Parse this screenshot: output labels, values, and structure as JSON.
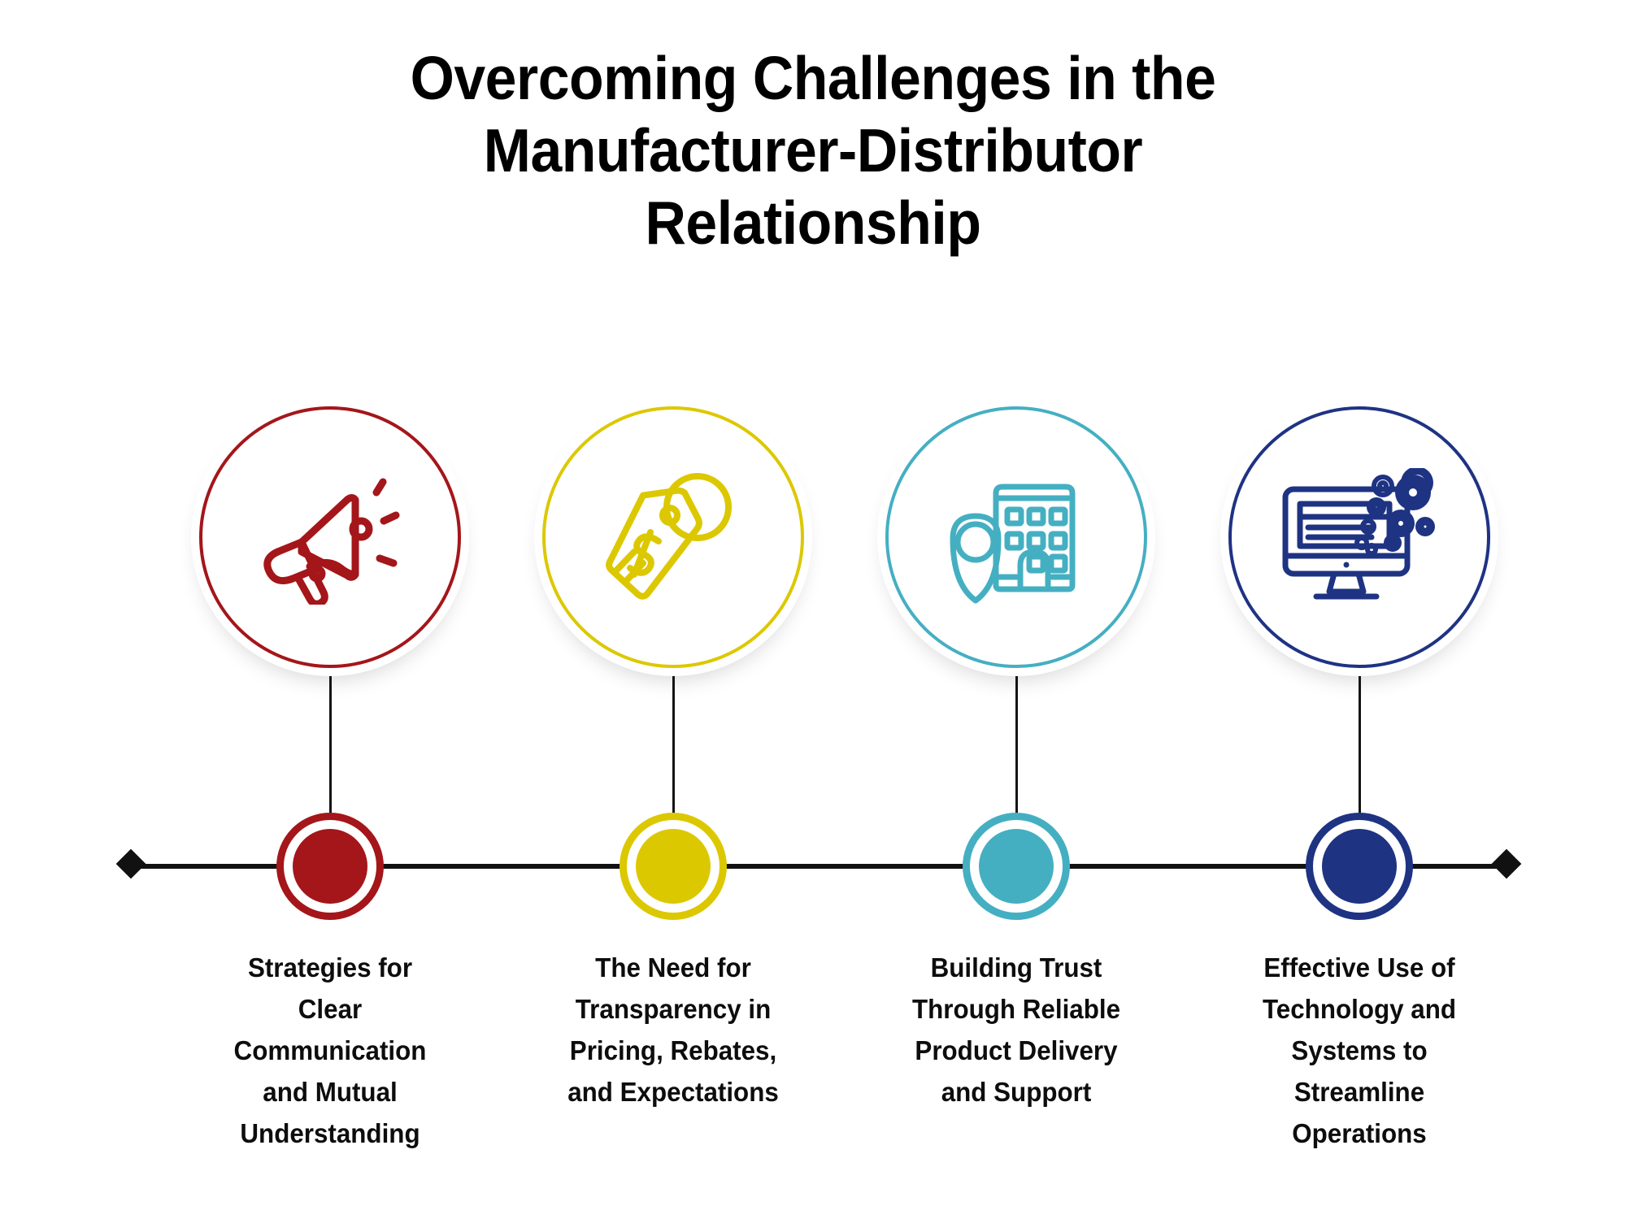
{
  "title": {
    "line1": "Overcoming Challenges in the",
    "line2": "Manufacturer-Distributor",
    "line3": "Relationship"
  },
  "colors": {
    "red": "#A4161A",
    "yellow": "#DCC800",
    "teal": "#45AFC2",
    "navy": "#1F3383",
    "axis": "#111111",
    "background": "#FFFFFF",
    "text": "#0D0D0D"
  },
  "timeline": {
    "left_cap_icon": "diamond-marker",
    "right_cap_icon": "diamond-marker",
    "orientation": "horizontal"
  },
  "steps": [
    {
      "index": 1,
      "color": "#A4161A",
      "icon": "megaphone-icon",
      "icon_label": "megaphone",
      "caption": "Strategies for Clear Communication and Mutual Understanding",
      "caption_lines": [
        "Strategies for",
        "Clear",
        "Communication",
        "and Mutual",
        "Understanding"
      ]
    },
    {
      "index": 2,
      "color": "#DCC800",
      "icon": "price-tag-icon",
      "icon_label": "price tag with dollar sign",
      "caption": "The Need for Transparency in Pricing, Rebates, and Expectations",
      "caption_lines": [
        "The Need for",
        "Transparency in",
        "Pricing, Rebates,",
        "and Expectations"
      ]
    },
    {
      "index": 3,
      "color": "#45AFC2",
      "icon": "building-location-icon",
      "icon_label": "building with location pin",
      "caption": "Building Trust Through Reliable Product Delivery and Support",
      "caption_lines": [
        "Building Trust",
        "Through Reliable",
        "Product Delivery",
        "and Support"
      ]
    },
    {
      "index": 4,
      "color": "#1F3383",
      "icon": "monitor-gears-icon",
      "icon_label": "desktop monitor with gears",
      "caption": "Effective Use of Technology and Systems to Streamline Operations",
      "caption_lines": [
        "Effective Use of",
        "Technology and",
        "Systems to",
        "Streamline",
        "Operations"
      ]
    }
  ]
}
